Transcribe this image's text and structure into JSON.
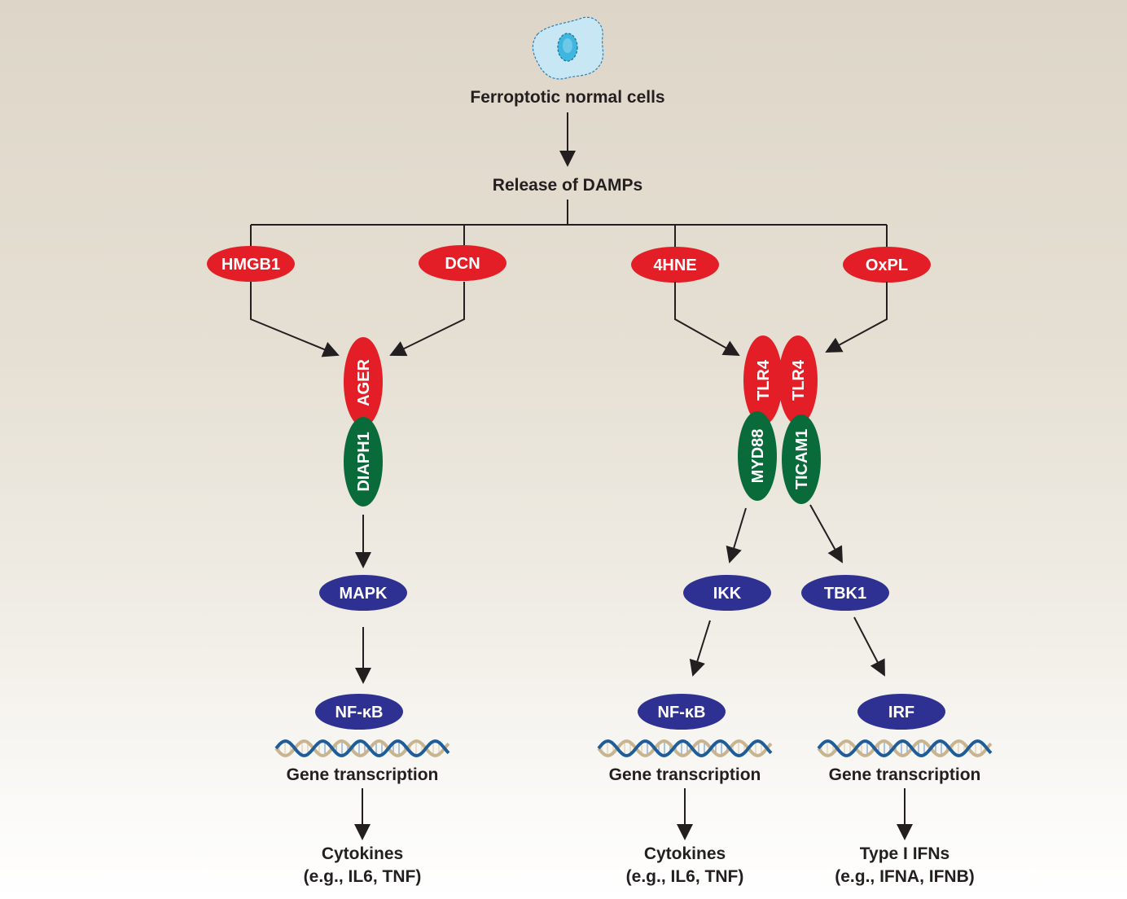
{
  "title": "Ferroptotic normal cells",
  "release": "Release of DAMPs",
  "damps": {
    "hmgb1": "HMGB1",
    "dcn": "DCN",
    "hne": "4HNE",
    "oxpl": "OxPL"
  },
  "receptors": {
    "ager": "AGER",
    "diaph1": "DIAPH1",
    "tlr4_left": "TLR4",
    "tlr4_right": "TLR4",
    "myd88": "MYD88",
    "ticam1": "TICAM1"
  },
  "kinases": {
    "mapk": "MAPK",
    "ikk": "IKK",
    "tbk1": "TBK1"
  },
  "factors": {
    "nfkb_left": "NF-κB",
    "nfkb_mid": "NF-κB",
    "irf": "IRF"
  },
  "transcription": {
    "left": "Gene transcription",
    "mid": "Gene transcription",
    "right": "Gene transcription"
  },
  "outputs": {
    "left_line1": "Cytokines",
    "left_line2": "(e.g., IL6, TNF)",
    "mid_line1": "Cytokines",
    "mid_line2": "(e.g., IL6, TNF)",
    "right_line1": "Type I IFNs",
    "right_line2": "(e.g., IFNA, IFNB)"
  },
  "colors": {
    "red": "#e41e26",
    "green": "#0a6b3a",
    "navy": "#2e3192",
    "cell_fill": "#c6e7f3",
    "nucleus": "#3fb6de",
    "arrow": "#231f20",
    "dna_tan": "#c8b48e",
    "dna_blue": "#1f5d9a"
  }
}
